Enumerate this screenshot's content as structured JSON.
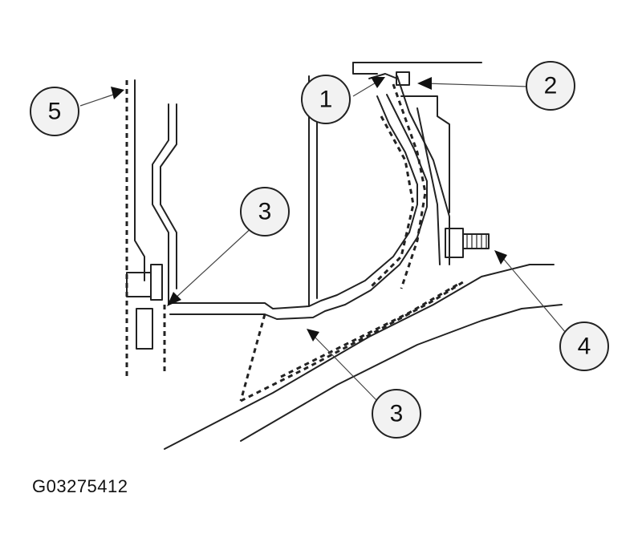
{
  "figure_code": "G03275412",
  "callouts": [
    {
      "id": "callout-1",
      "label": "1"
    },
    {
      "id": "callout-2",
      "label": "2"
    },
    {
      "id": "callout-3-upper",
      "label": "3"
    },
    {
      "id": "callout-3-lower",
      "label": "3"
    },
    {
      "id": "callout-4",
      "label": "4"
    },
    {
      "id": "callout-5",
      "label": "5"
    }
  ]
}
